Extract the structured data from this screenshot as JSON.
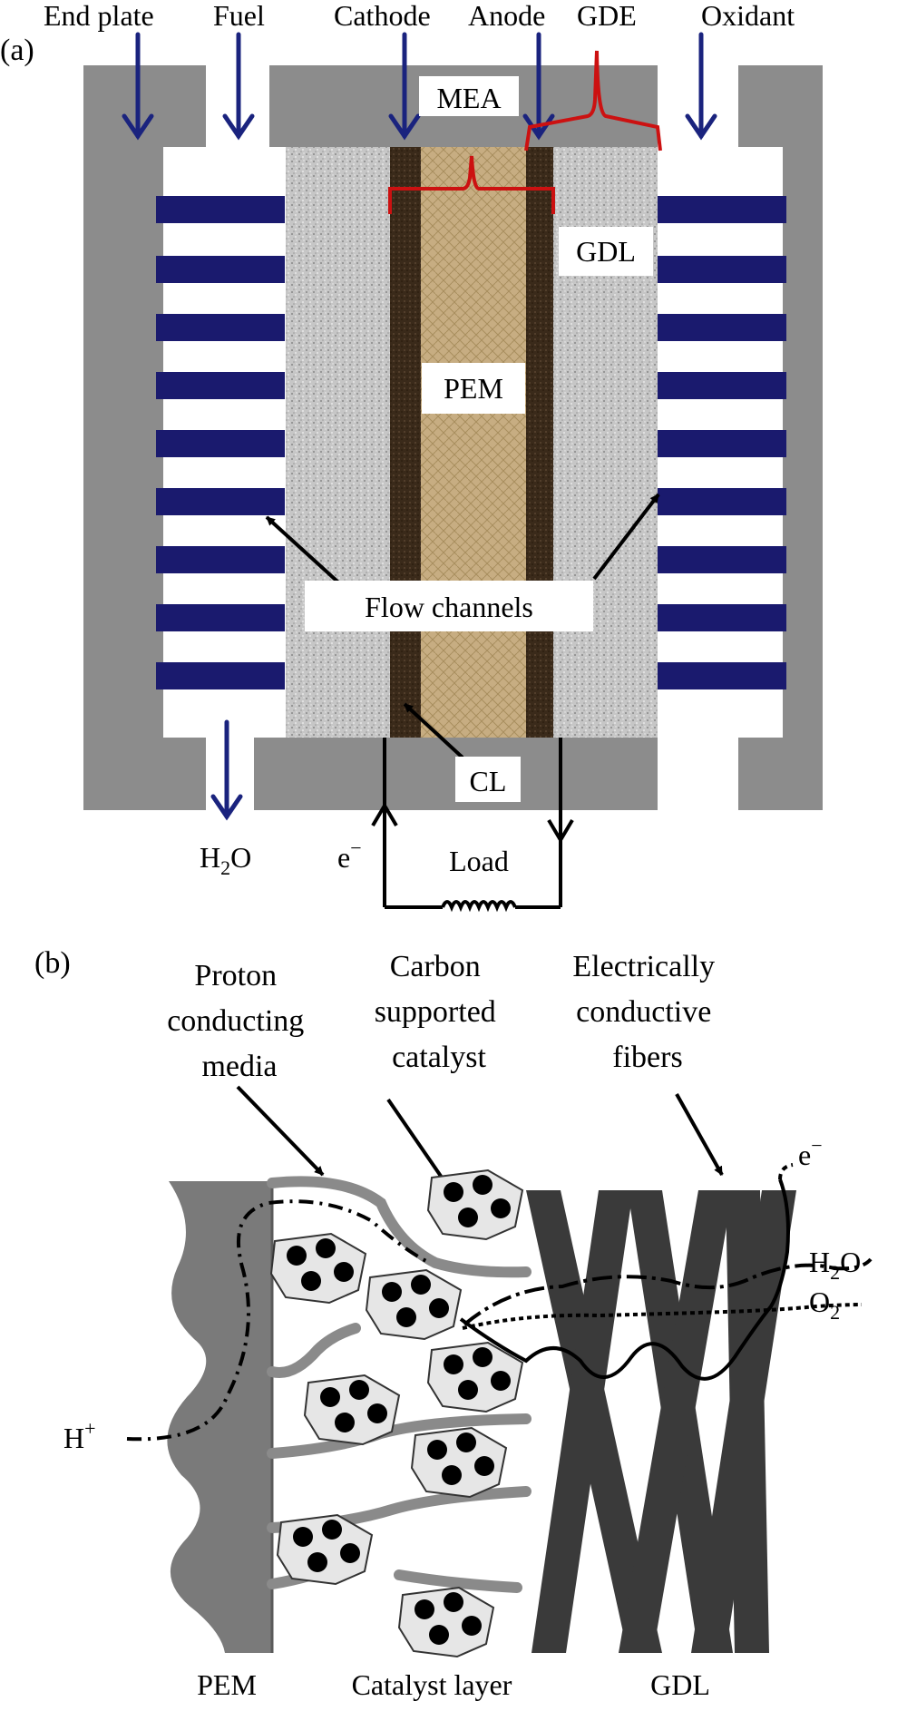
{
  "panel_a": {
    "label": "(a)",
    "top_labels": {
      "end_plate": "End plate",
      "fuel": "Fuel",
      "cathode": "Cathode",
      "anode": "Anode",
      "gde": "GDE",
      "oxidant": "Oxidant"
    },
    "mea": "MEA",
    "gdl": "GDL",
    "pem": "PEM",
    "flow_channels": "Flow channels",
    "cl": "CL",
    "water": {
      "main": "H",
      "sub": "2",
      "tail": "O"
    },
    "electron": {
      "main": "e",
      "sup": "−"
    },
    "load": "Load"
  },
  "panel_b": {
    "label": "(b)",
    "proton_media": [
      "Proton",
      "conducting",
      "media"
    ],
    "carbon_catalyst": [
      "Carbon",
      "supported",
      "catalyst"
    ],
    "conductive_fibers": [
      "Electrically",
      "conductive",
      "fibers"
    ],
    "electron": {
      "main": "e",
      "sup": "−"
    },
    "water": {
      "main": "H",
      "sub": "2",
      "tail": "O"
    },
    "oxygen": {
      "main": "O",
      "sub": "2"
    },
    "proton": {
      "main": "H",
      "sup": "+"
    },
    "bottom": {
      "pem": "PEM",
      "catalyst_layer": "Catalyst layer",
      "gdl": "GDL"
    }
  },
  "colors": {
    "end_plate": "#8c8c8c",
    "channel": "#1a1a6e",
    "gdl": "#c4c4c4",
    "cl": "#3a2a1a",
    "pem": "#c8b088",
    "bracket": "#cc1111",
    "arrow_blue": "#1a237e"
  }
}
